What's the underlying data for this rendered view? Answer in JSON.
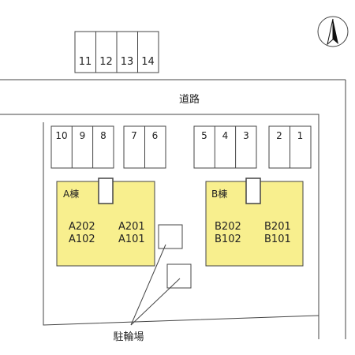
{
  "road_label": "道路",
  "bicycle_parking_label": "駐輪場",
  "north_arrow": "north-arrow-icon",
  "colors": {
    "building_fill": "#f8ef8e",
    "line": "#444444"
  },
  "top_parking": [
    "11",
    "12",
    "13",
    "14"
  ],
  "parking_groups": [
    [
      "10",
      "9",
      "8"
    ],
    [
      "7",
      "6"
    ],
    [
      "5",
      "4",
      "3"
    ],
    [
      "2",
      "1"
    ]
  ],
  "building_a": {
    "label": "A棟",
    "units": {
      "r2_left": "A202",
      "r2_right": "A201",
      "r1_left": "A102",
      "r1_right": "A101"
    }
  },
  "building_b": {
    "label": "B棟",
    "units": {
      "r2_left": "B202",
      "r2_right": "B201",
      "r1_left": "B102",
      "r1_right": "B101"
    }
  }
}
